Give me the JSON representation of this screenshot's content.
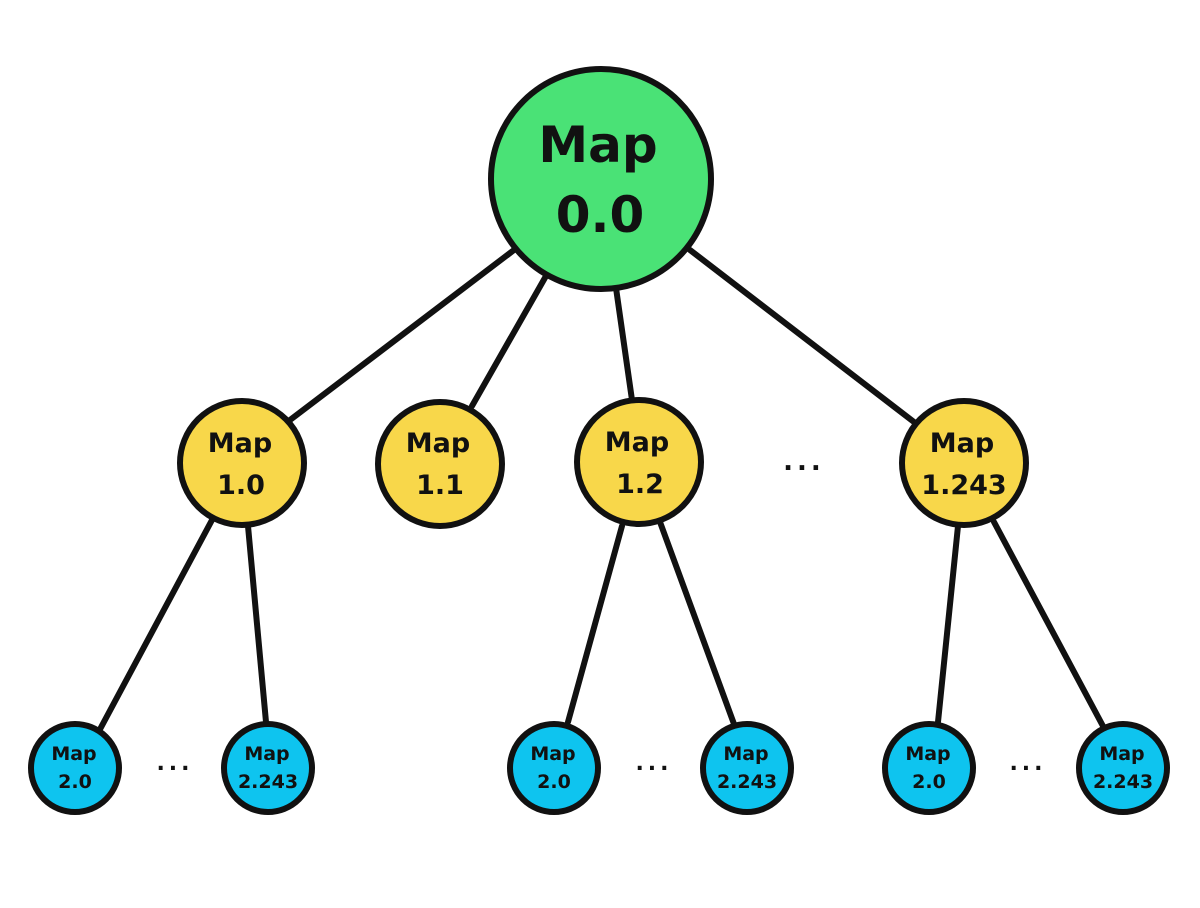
{
  "diagram": {
    "colors": {
      "root": "#4ae276",
      "level1": "#f8d74a",
      "level2": "#0ec4ef",
      "outline": "#111111"
    },
    "nodes": {
      "root": {
        "line1": "Map",
        "line2": "0.0"
      },
      "n1_0": {
        "line1": "Map",
        "line2": "1.0"
      },
      "n1_1": {
        "line1": "Map",
        "line2": "1.1"
      },
      "n1_2": {
        "line1": "Map",
        "line2": "1.2"
      },
      "n1_243": {
        "line1": "Map",
        "line2": "1.243"
      },
      "a_2_0": {
        "line1": "Map",
        "line2": "2.0"
      },
      "a_2_243": {
        "line1": "Map",
        "line2": "2.243"
      },
      "b_2_0": {
        "line1": "Map",
        "line2": "2.0"
      },
      "b_2_243": {
        "line1": "Map",
        "line2": "2.243"
      },
      "c_2_0": {
        "line1": "Map",
        "line2": "2.0"
      },
      "c_2_243": {
        "line1": "Map",
        "line2": "2.243"
      }
    },
    "ellipsis": "..."
  }
}
